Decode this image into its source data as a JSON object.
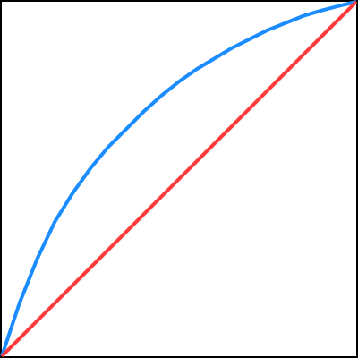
{
  "chart_data": {
    "type": "line",
    "xlim": [
      0,
      1
    ],
    "ylim": [
      0,
      1
    ],
    "grid": false,
    "legend": "none",
    "series": [
      {
        "color": "#1a8cff",
        "x": [
          0,
          0.05,
          0.1,
          0.15,
          0.2,
          0.25,
          0.3,
          0.35,
          0.4,
          0.45,
          0.5,
          0.55,
          0.6,
          0.65,
          0.7,
          0.75,
          0.8,
          0.85,
          0.9,
          0.95,
          1
        ],
        "y": [
          0,
          0.15,
          0.275,
          0.38,
          0.46,
          0.53,
          0.59,
          0.64,
          0.69,
          0.735,
          0.775,
          0.81,
          0.84,
          0.87,
          0.895,
          0.92,
          0.94,
          0.96,
          0.975,
          0.988,
          1
        ]
      },
      {
        "color": "#ff3b3b",
        "x": [
          0,
          1
        ],
        "y": [
          0,
          1
        ]
      }
    ]
  }
}
